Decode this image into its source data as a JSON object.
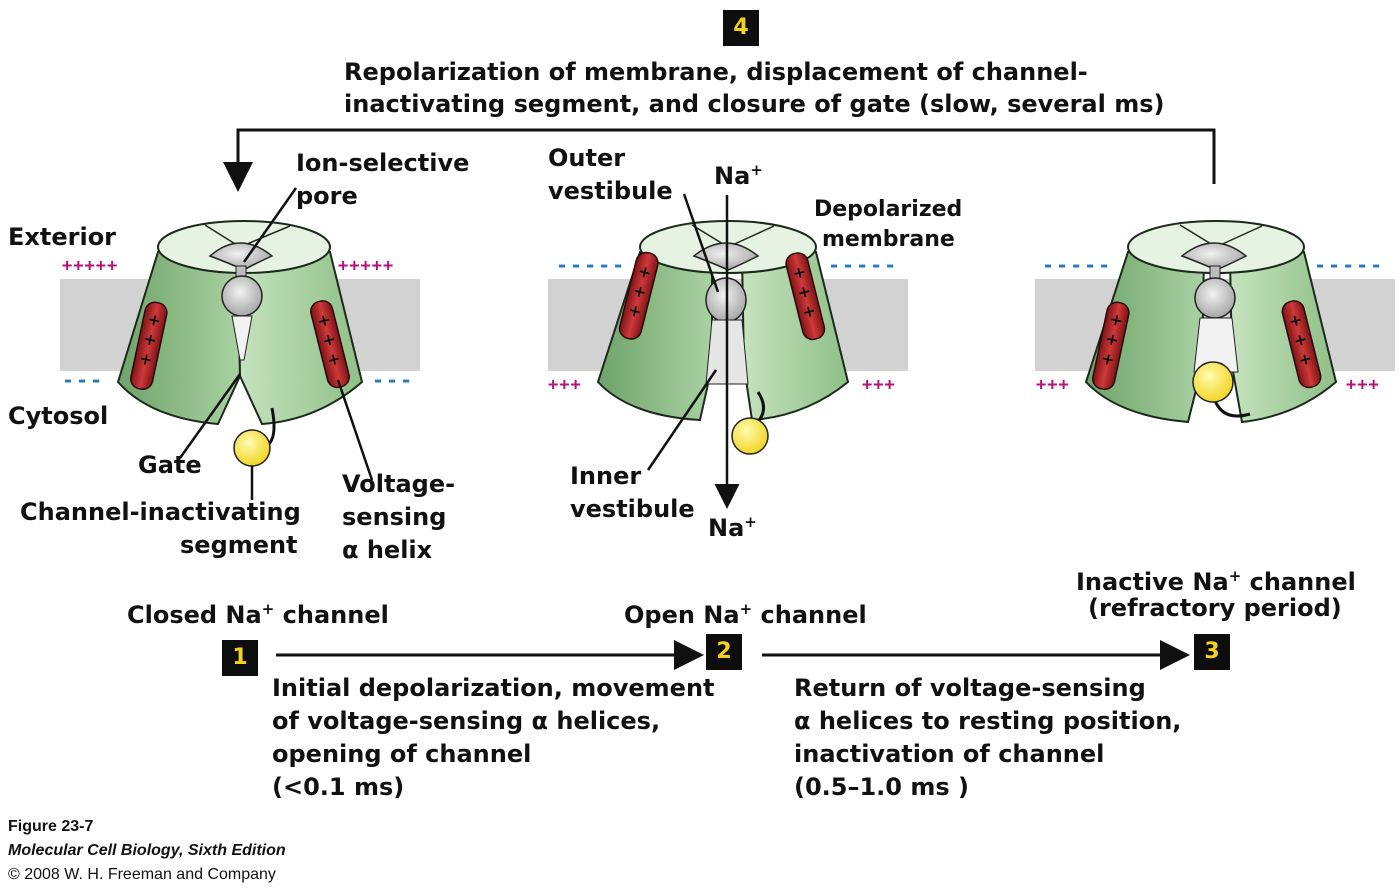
{
  "step_badges": {
    "b1": "1",
    "b2": "2",
    "b3": "3",
    "b4": "4"
  },
  "step4": {
    "line1": "Repolarization of membrane, displacement of channel-",
    "line2": "inactivating segment, and closure of gate (slow, several ms)"
  },
  "step1": {
    "line1": "Initial depolarization, movement",
    "line2": "of voltage-sensing α helices,",
    "line3": "opening of channel",
    "line4": "(<0.1 ms)"
  },
  "step2": {
    "line1": "Return of voltage-sensing",
    "line2": "α helices to resting position,",
    "line3": "inactivation of channel",
    "line4": "(0.5–1.0 ms )"
  },
  "closed_channel": {
    "title_pre": "Closed Na",
    "title_sup": "+",
    "title_post": " channel",
    "exterior": "Exterior",
    "cytosol": "Cytosol",
    "pore1": "Ion-selective",
    "pore2": "pore",
    "gate": "Gate",
    "inact1": "Channel-inactivating",
    "inact2": "segment",
    "volt1": "Voltage-",
    "volt2": "sensing",
    "volt3": "α helix",
    "ext_charges_left": "+++++",
    "ext_charges_right": "+++++",
    "cyt_charges_left": "---",
    "cyt_charges_right": "---"
  },
  "open_channel": {
    "title_pre": "Open Na",
    "title_sup": "+",
    "title_post": " channel",
    "outer1": "Outer",
    "outer2": "vestibule",
    "inner1": "Inner",
    "inner2": "vestibule",
    "na_top": "Na",
    "na_top_sup": "+",
    "na_bottom": "Na",
    "na_bottom_sup": "+",
    "depol1": "Depolarized",
    "depol2": "membrane",
    "ext_charges_left": "-----",
    "ext_charges_right": "-----",
    "cyt_charges_left": "+++",
    "cyt_charges_right": "+++"
  },
  "inactive_channel": {
    "title1_pre": "Inactive Na",
    "title1_sup": "+",
    "title1_post": " channel",
    "title2": "(refractory period)",
    "ext_charges_left": "-----",
    "ext_charges_right": "-----",
    "cyt_charges_left": "+++",
    "cyt_charges_right": "+++"
  },
  "caption": {
    "figure": "Figure 23-7",
    "book": "Molecular Cell Biology, Sixth Edition",
    "copyright": "© 2008 W. H. Freeman and Company"
  },
  "colors": {
    "channel_green": "#b8dbb0",
    "channel_dark_green": "#7fb27a",
    "helix_red": "#b3262a",
    "membrane_gray": "#d2d2d2",
    "inactivation_ball": "#f5e02a",
    "positive_charge": "#b3137a",
    "negative_charge": "#2b78b8",
    "badge_number": "#f5d21a"
  }
}
